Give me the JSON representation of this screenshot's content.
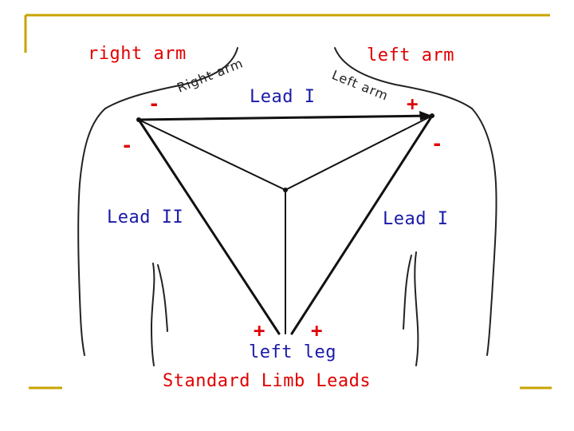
{
  "labels": {
    "right_arm": "right arm",
    "left_arm": "left arm",
    "lead_top": "Lead I",
    "lead_left": "Lead II",
    "lead_right": "Lead I",
    "left_leg": "left leg",
    "caption": "Standard Limb Leads",
    "handwritten_right": "Right arm",
    "handwritten_left": "Left arm"
  },
  "signs": {
    "ra_minus_upper": "-",
    "ra_minus_lower": "-",
    "la_plus": "+",
    "la_minus": "-",
    "leg_plus_left": "+",
    "leg_plus_right": "+"
  },
  "colors": {
    "frame": "#c8a400",
    "label_red": "#e00000",
    "label_blue": "#1a1aa8",
    "line": "#111111"
  }
}
